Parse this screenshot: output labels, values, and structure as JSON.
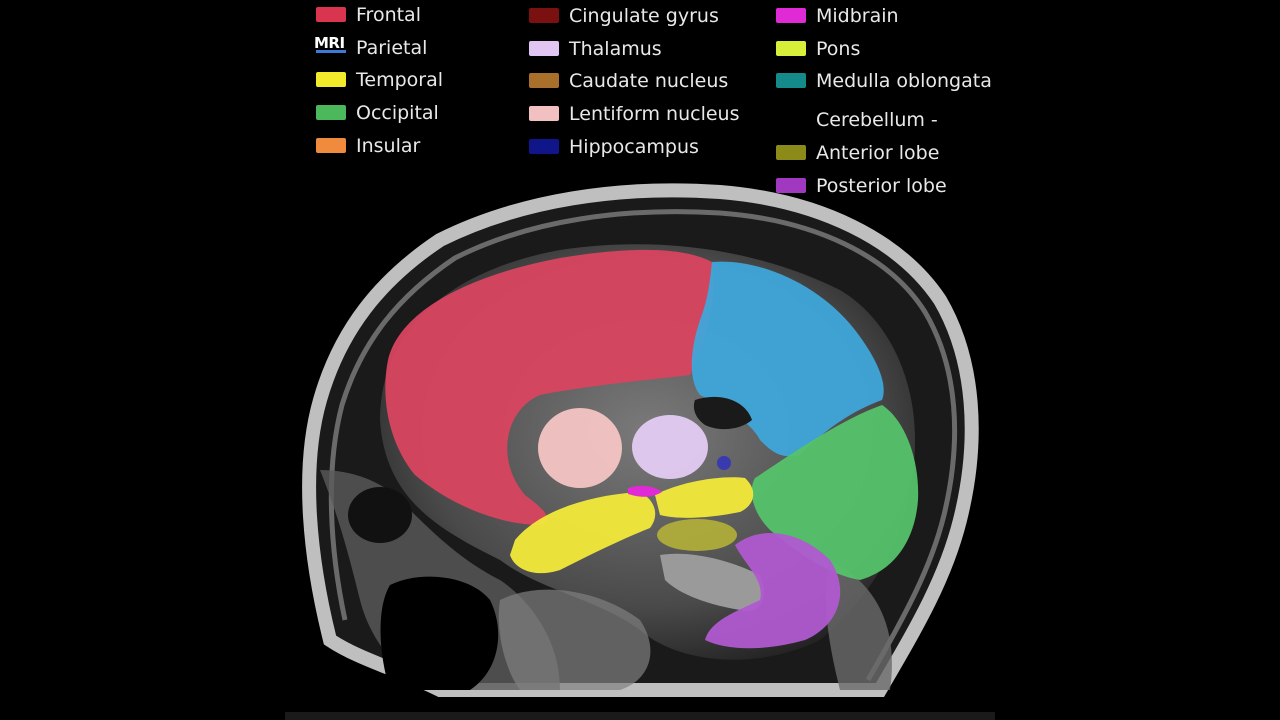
{
  "legend": {
    "col1": [
      {
        "label": "Frontal",
        "color": "#d9354f"
      },
      {
        "label": "Parietal",
        "color": "#3a9fd6"
      },
      {
        "label": "Temporal",
        "color": "#f2ea2a"
      },
      {
        "label": "Occipital",
        "color": "#4cb85c"
      },
      {
        "label": "Insular",
        "color": "#f08a3c"
      }
    ],
    "col2": [
      {
        "label": "Cingulate gyrus",
        "color": "#7a1010"
      },
      {
        "label": "Thalamus",
        "color": "#e0c6f0"
      },
      {
        "label": "Caudate nucleus",
        "color": "#a8702a"
      },
      {
        "label": "Lentiform nucleus",
        "color": "#f2c0c0"
      },
      {
        "label": "Hippocampus",
        "color": "#10168a"
      }
    ],
    "col3": [
      {
        "label": "Midbrain",
        "color": "#e02ad6"
      },
      {
        "label": "Pons",
        "color": "#d8ef3a"
      },
      {
        "label": "Medulla oblongata",
        "color": "#148a8a"
      }
    ],
    "cerebellum_heading": "Cerebellum -",
    "cerebellum": [
      {
        "label": "Anterior lobe",
        "color": "#8c8a18"
      },
      {
        "label": "Posterior lobe",
        "color": "#a038c0"
      }
    ]
  },
  "logo": {
    "text": "MRI"
  }
}
